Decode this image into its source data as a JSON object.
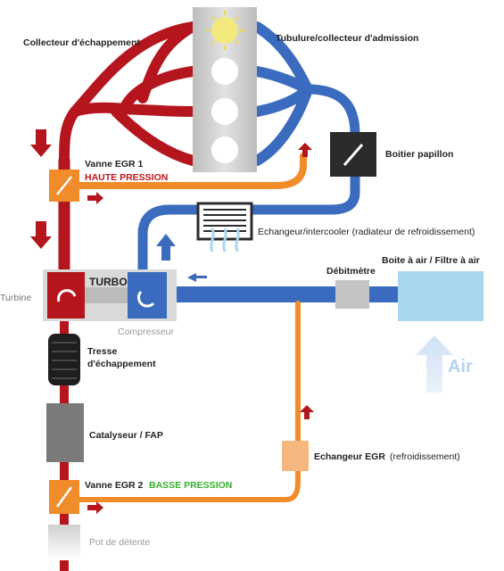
{
  "labels": {
    "exhaust_manifold": "Collecteur d'échappement",
    "intake_manifold": "Tubulure/collecteur d'admission",
    "throttle_body": "Boitier papillon",
    "egr_valve_1": "Vanne EGR 1",
    "egr_valve_1_pressure": "HAUTE PRESSION",
    "intercooler": "Echangeur/intercooler (radiateur de refroidissement)",
    "flowmeter": "Débitmètre",
    "air_box": "Boite à air / Filtre à air",
    "turbo": "TURBO",
    "turbine": "Turbine",
    "compressor": "Compresseur",
    "exhaust_braid_line1": "Tresse",
    "exhaust_braid_line2": "d'échappement",
    "catalyst": "Catalyseur / FAP",
    "egr_exchanger": "Echangeur EGR",
    "egr_exchanger_note": "(refroidissement)",
    "egr_valve_2": "Vanne EGR 2",
    "egr_valve_2_pressure": "BASSE PRESSION",
    "muffler": "Pot de détente",
    "air": "Air"
  },
  "colors": {
    "exhaust": "#b5151d",
    "intake": "#3a6bbf",
    "egr": "#f08c2a",
    "engine": "#cfcfcf",
    "dark_box": "#2b2b2b",
    "air_box": "#a9d7ef",
    "air_arrow": "#d6e6f7",
    "high_pressure": "#c0161e",
    "low_pressure": "#33b12a"
  }
}
